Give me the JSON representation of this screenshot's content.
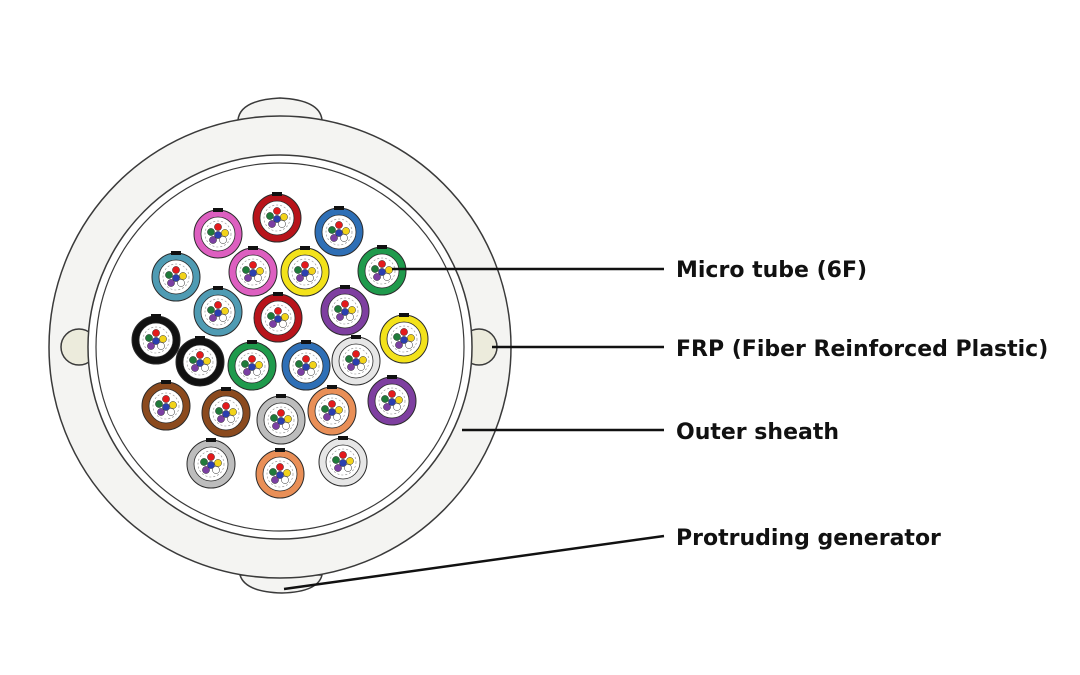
{
  "labels": {
    "micro_tube": "Micro tube (6F)",
    "frp": "FRP (Fiber Reinforced Plastic)",
    "outer_sheath": "Outer sheath",
    "protruding_generator": "Protruding generator"
  },
  "colors": {
    "sheath": "#f4f4f2",
    "outline": "#3a3a3a",
    "frp": "#ecebdc",
    "tube_palette": {
      "blue": "#2e6fb6",
      "orange": "#e98f57",
      "green": "#1f9a4c",
      "brown": "#8b4a1e",
      "slate": "#4f9bb3",
      "white": "#e6e6e6",
      "red": "#b8141b",
      "black": "#111111",
      "yellow": "#f3e21a",
      "violet": "#7e3fa0",
      "rose": "#dd5fc0",
      "grey": "#bdbdbd"
    },
    "fiber_colors": [
      "#e41a1c",
      "#1f7a3a",
      "#2b3fb0",
      "#7b3fa3",
      "#ffffff",
      "#f2d31a"
    ]
  },
  "micro_tubes": [
    {
      "color": "red",
      "row": 1
    },
    {
      "color": "rose",
      "row": 1
    },
    {
      "color": "blue",
      "row": 1
    },
    {
      "color": "slate",
      "row": 2
    },
    {
      "color": "rose",
      "row": 2
    },
    {
      "color": "yellow",
      "row": 2
    },
    {
      "color": "green",
      "row": 2
    },
    {
      "color": "slate",
      "row": 3
    },
    {
      "color": "red",
      "row": 3
    },
    {
      "color": "violet",
      "row": 3
    },
    {
      "color": "black",
      "row": 4
    },
    {
      "color": "yellow",
      "row": 4
    },
    {
      "color": "black",
      "row": 4
    },
    {
      "color": "green",
      "row": 4
    },
    {
      "color": "blue",
      "row": 4
    },
    {
      "color": "white",
      "row": 4
    },
    {
      "color": "brown",
      "row": 5
    },
    {
      "color": "brown",
      "row": 5
    },
    {
      "color": "grey",
      "row": 5
    },
    {
      "color": "orange",
      "row": 5
    },
    {
      "color": "violet",
      "row": 5
    },
    {
      "color": "grey",
      "row": 6
    },
    {
      "color": "orange",
      "row": 6
    },
    {
      "color": "white",
      "row": 6
    }
  ]
}
